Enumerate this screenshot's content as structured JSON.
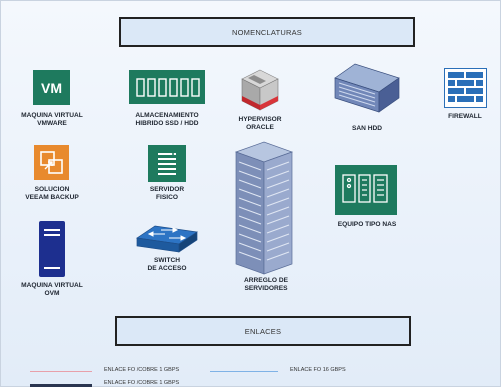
{
  "headers": {
    "nomenclaturas": "NOMENCLATURAS",
    "enlaces": "ENLACES"
  },
  "items": {
    "vm_vmware": {
      "icon_text": "VM",
      "line1": "MAQUINA VIRTUAL",
      "line2": "VMWARE"
    },
    "storage_hybrid": {
      "line1": "ALMACENAMIENTO",
      "line2": "HIBRIDO SSD / HDD"
    },
    "hypervisor_oracle": {
      "line1": "HYPERVISOR",
      "line2": "ORACLE"
    },
    "san_hdd": {
      "line1": "SAN HDD"
    },
    "firewall": {
      "line1": "FIREWALL"
    },
    "veeam_backup": {
      "line1": "SOLUCION",
      "line2": "VEEAM BACKUP"
    },
    "physical_server": {
      "line1": "SERVIDOR",
      "line2": "FISICO"
    },
    "server_array": {
      "line1": "ARREGLO DE",
      "line2": "SERVIDORES"
    },
    "nas": {
      "line1": "EQUIPO TIPO NAS"
    },
    "access_switch": {
      "line1": "SWITCH",
      "line2": "DE ACCESO"
    },
    "vm_ovm": {
      "line1": "MAQUINA VIRTUAL",
      "line2": "OVM"
    }
  },
  "legend": [
    {
      "label": "ENLACE FO /COBRE 1 GBPS",
      "color": "#e8a0aa"
    },
    {
      "label": "ENLACE FO 16 GBPS",
      "color": "#7fb2e6"
    },
    {
      "label": "ENLACE FO /COBRE 1 GBPS",
      "color": "#2a3550"
    }
  ],
  "colors": {
    "teal": "#1e7a5e",
    "orange": "#e88a2e",
    "navy": "#1d2f8f",
    "firewall_blue": "#2a6fb8"
  }
}
